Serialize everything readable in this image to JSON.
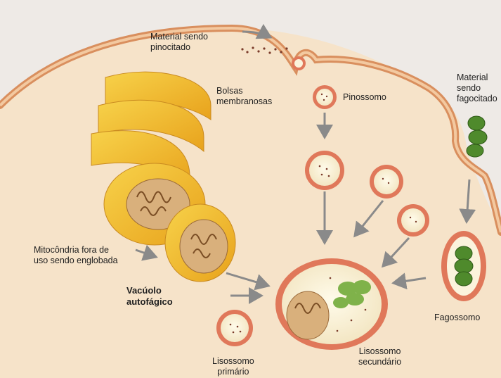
{
  "labels": {
    "material_pinocitado": [
      "Material sendo",
      "pinocitado"
    ],
    "bolsas": [
      "Bolsas",
      "membranosas"
    ],
    "pinossomo": "Pinossomo",
    "material_fagocitado": [
      "Material",
      "sendo",
      "fagocitado"
    ],
    "mitocondria": [
      "Mitocôndria fora de",
      "uso sendo englobada"
    ],
    "vacuolo": [
      "Vacúolo",
      "autofágico"
    ],
    "fagossomo": "Fagossomo",
    "lisossomo_primario": [
      "Lisossomo",
      "primário"
    ],
    "lisossomo_secundario": [
      "Lisossomo",
      "secundário"
    ]
  },
  "colors": {
    "page": "#eeeae6",
    "cytoplasm": "#f6e3c9",
    "membrane": "#d98f5e",
    "vesicle_rim": "#e0785a",
    "vesicle_lumen": "#fbf3dc",
    "golgi": "#f5c230",
    "mitochondrion": "#d9b07c",
    "phagocytosed_material": "#4f8a2c",
    "arrow": "#8a8a8a"
  }
}
